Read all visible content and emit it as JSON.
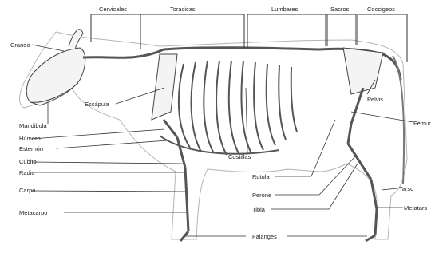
{
  "diagram": {
    "labels": {
      "cervicales": "Cervicales",
      "toracicas": "Toracicas",
      "lumbares": "Lumbares",
      "sacros": "Sacros",
      "coccigeos": "Coccigeos",
      "craneo": "Craneo",
      "escapula": "Escápula",
      "mandibula": "Mandibula",
      "humero": "Húmero",
      "esternon": "Esternón",
      "cubito": "Cubito",
      "radio": "Radio",
      "carpo": "Carpo",
      "metacarpo": "Metacarpo",
      "costillas": "Costillas",
      "pelvis": "Pelvis",
      "femur": "Fémur",
      "rotula": "Rotula",
      "perone": "Perone",
      "tibia": "Tibia",
      "tarso": "Tarso",
      "metatarso": "Metatars",
      "falanges": "Falanges"
    },
    "colors": {
      "line": "#333333",
      "bone": "#f4f4f4",
      "outline": "#9a9a9a"
    }
  }
}
